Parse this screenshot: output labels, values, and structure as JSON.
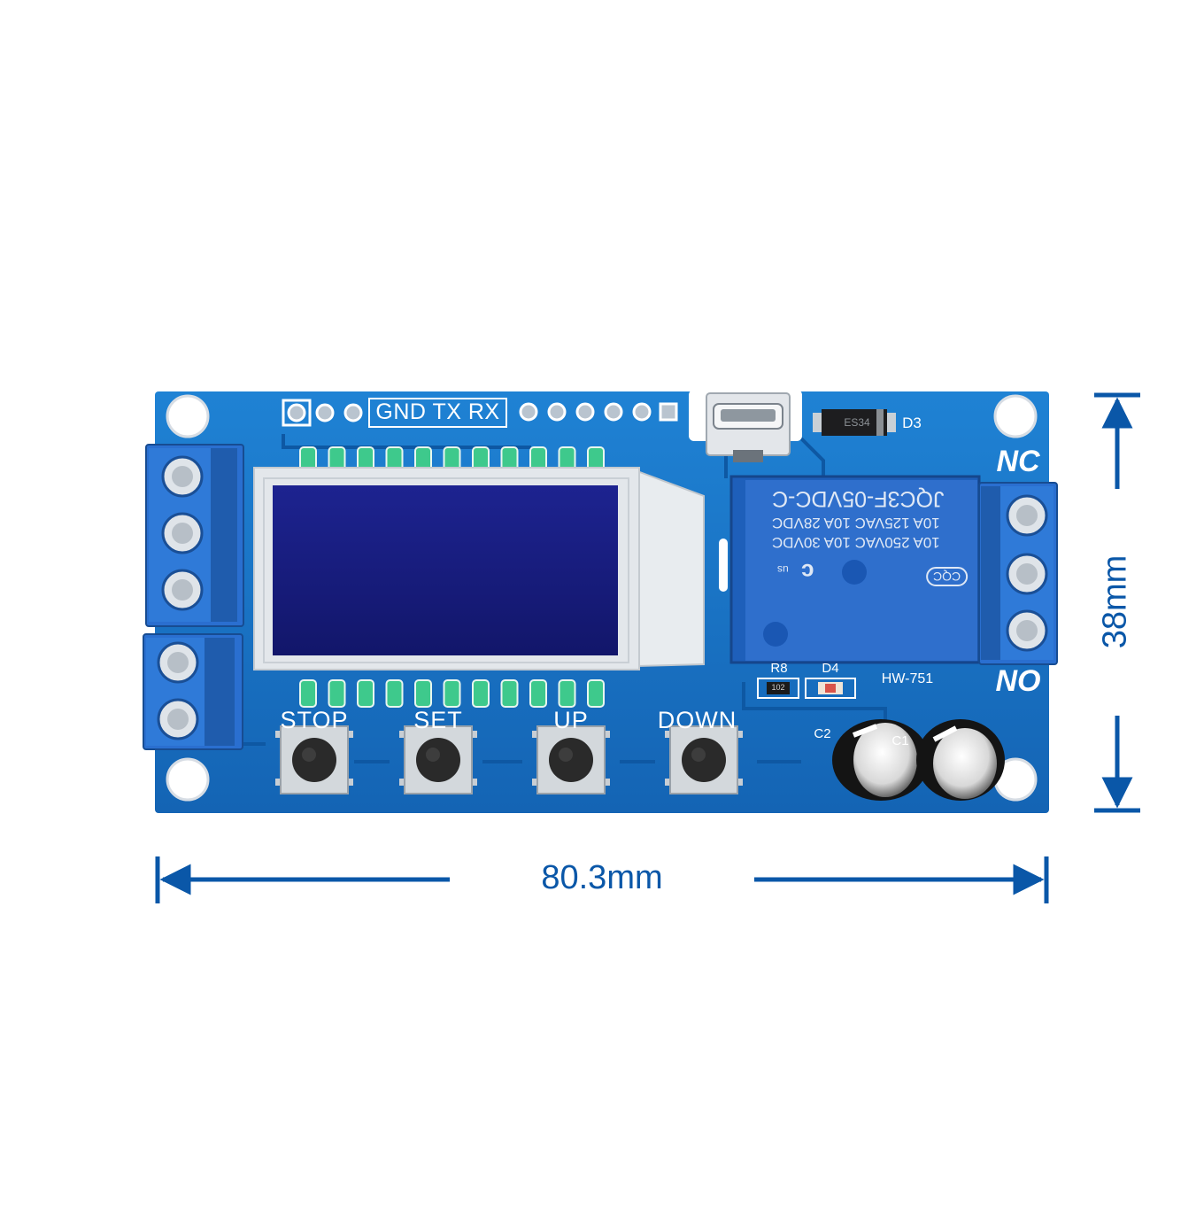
{
  "dimensions": {
    "width": "80.3mm",
    "height": "38mm"
  },
  "header_pins": {
    "label": "GND TX RX"
  },
  "buttons": [
    {
      "label": "STOP"
    },
    {
      "label": "SET"
    },
    {
      "label": "UP"
    },
    {
      "label": "DOWN"
    }
  ],
  "relay": {
    "model": "JQC3F-05VDC-C",
    "rating_line1": "10A 250VAC 10A 30VDC",
    "rating_line2": "10A 125VAC 10A 28VDC",
    "cert_mark": "CQC",
    "ul_mark": "c",
    "us_mark": "us"
  },
  "terminals": {
    "nc": "NC",
    "no": "NO"
  },
  "components": {
    "d3": "D3",
    "d3_body": "ES34",
    "r8": "R8",
    "r8_body": "102",
    "d4": "D4",
    "c2": "C2",
    "c1": "C1",
    "board_id": "HW-751"
  },
  "colors": {
    "pcb": "#1a76c8",
    "pcb_dark": "#0f5aa6",
    "lcd": "#161a7c",
    "terminal_block": "#2a6fd0",
    "relay": "#2f6fcc",
    "dimension": "#0a57a8"
  }
}
